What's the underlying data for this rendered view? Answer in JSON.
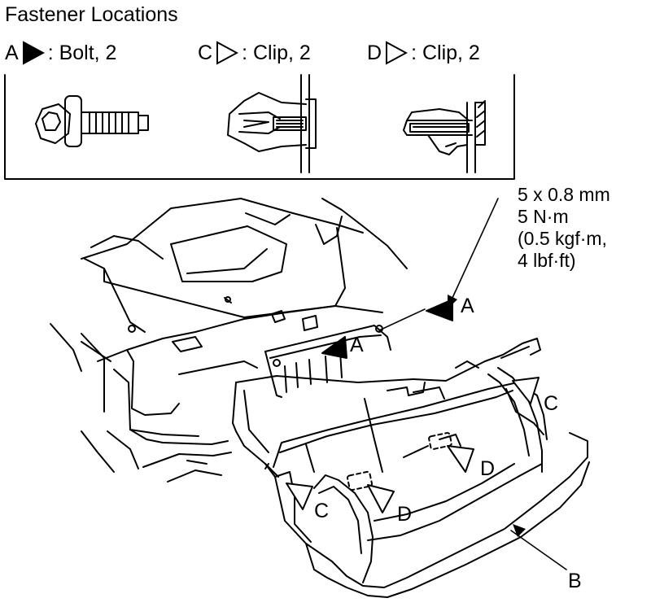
{
  "title": "Fastener Locations",
  "legend": {
    "a": {
      "letter": "A",
      "text": ": Bolt, 2"
    },
    "c": {
      "letter": "C",
      "text": ": Clip, 2"
    },
    "d": {
      "letter": "D",
      "text": ": Clip, 2"
    }
  },
  "torque_spec": {
    "line1": "5 x 0.8 mm",
    "line2": "5 N·m",
    "line3": "(0.5 kgf·m,",
    "line4": "4 lbf·ft)"
  },
  "callouts": {
    "a_upper": "A",
    "a_lower": "A",
    "c_right": "C",
    "c_left": "C",
    "d_upper": "D",
    "d_lower": "D",
    "b": "B"
  }
}
